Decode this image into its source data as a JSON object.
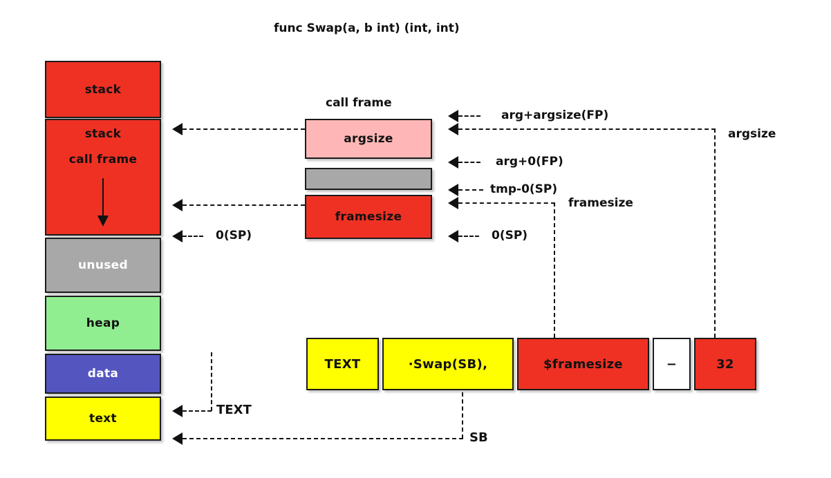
{
  "title": "func Swap(a, b int) (int, int)",
  "memory_layout": {
    "label": "memory-layout-column",
    "blocks": [
      {
        "name": "stack",
        "text": "stack",
        "color": "#ef3124",
        "text_color": "#111111"
      },
      {
        "name": "stack-call-frame",
        "text": "stack",
        "text2": "call frame",
        "color": "#ef3124",
        "text_color": "#111111"
      },
      {
        "name": "unused",
        "text": "unused",
        "color": "#a8a8a8",
        "text_color": "#ffffff"
      },
      {
        "name": "heap",
        "text": "heap",
        "color": "#90ee90",
        "text_color": "#111111"
      },
      {
        "name": "data",
        "text": "data",
        "color": "#5555c0",
        "text_color": "#ffffff"
      },
      {
        "name": "text",
        "text": "text",
        "color": "#ffff00",
        "text_color": "#111111"
      }
    ]
  },
  "call_frame": {
    "heading": "call frame",
    "blocks": [
      {
        "name": "argsize",
        "text": "argsize",
        "color": "#ffb6b6",
        "text_color": "#111111"
      },
      {
        "name": "unnamed-gray",
        "text": "",
        "color": "#a8a8a8",
        "text_color": "#111111"
      },
      {
        "name": "framesize",
        "text": "framesize",
        "color": "#ef3124",
        "text_color": "#111111"
      }
    ]
  },
  "annotations": {
    "left_column": {
      "sp_zero": "0(SP)"
    },
    "call_frame_right": {
      "arg_argsize_fp": "arg+argsize(FP)",
      "arg_zero_fp": "arg+0(FP)",
      "tmp_zero_sp": "tmp-0(SP)",
      "sp_zero": "0(SP)",
      "framesize_bracket": "framesize",
      "argsize_bracket": "argsize"
    },
    "bottom": {
      "text_label": "TEXT",
      "sb_label": "SB"
    }
  },
  "text_directive": {
    "name": "text-directive-row",
    "cells": [
      {
        "name": "directive-text",
        "text": "TEXT",
        "color": "#ffff00",
        "text_color": "#111111"
      },
      {
        "name": "symbol-swap-sb",
        "text": "·Swap(SB),",
        "color": "#ffff00",
        "text_color": "#111111"
      },
      {
        "name": "dollar-framesize",
        "text": "$framesize",
        "color": "#ef3124",
        "text_color": "#111111"
      },
      {
        "name": "minus-separator",
        "text": "−",
        "color": "#ffffff",
        "text_color": "#111111"
      },
      {
        "name": "argsize-value",
        "text": "32",
        "color": "#ef3124",
        "text_color": "#111111"
      }
    ]
  }
}
